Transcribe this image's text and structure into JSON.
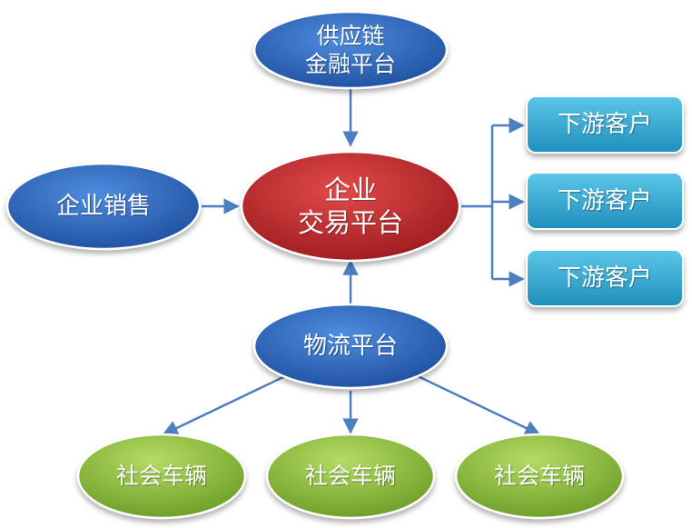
{
  "colors": {
    "blue_node": "#2a62b8",
    "red_node": "#c0282c",
    "cyan_node": "#2ea6cf",
    "green_node": "#8cbc3a",
    "connector": "#4c7ec0"
  },
  "nodes": {
    "supply_chain": "供应链\n金融平台",
    "enterprise_sales": "企业销售",
    "trading_platform": "企业\n交易平台",
    "logistics": "物流平台",
    "downstream": [
      "下游客户",
      "下游客户",
      "下游客户"
    ],
    "vehicles": [
      "社会车辆",
      "社会车辆",
      "社会车辆"
    ]
  }
}
